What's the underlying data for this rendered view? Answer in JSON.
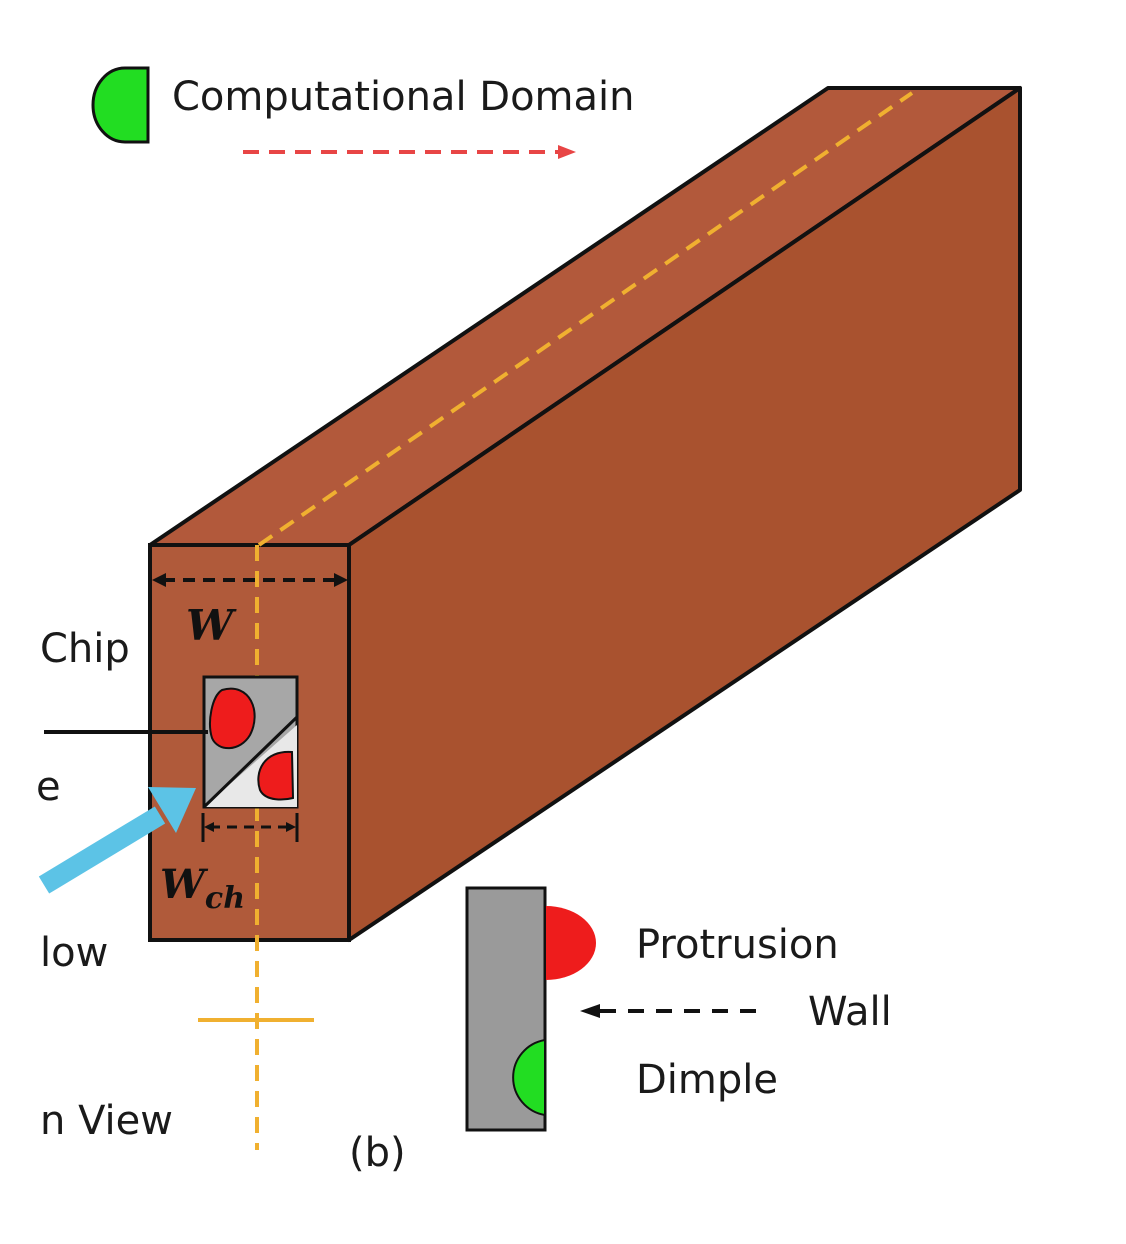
{
  "legend": {
    "domain_label": "Computational Domain",
    "domain_color": "#22dd22"
  },
  "labels": {
    "chip": "Chip",
    "width": "W",
    "channel_width_main": "W",
    "channel_width_sub": "ch",
    "flow_partial": "low",
    "e_partial": "e",
    "view_partial": "n View",
    "panel": "(b)",
    "protrusion": "Protrusion",
    "wall": "Wall",
    "dimple": "Dimple"
  },
  "colors": {
    "copper": "#b0593a",
    "edge": "#111111",
    "centerline": "#f0b030",
    "protrusion": "#ee1c1c",
    "dimple": "#22dd22",
    "wall": "#9a9a9a",
    "flow_arrow": "#5cc3e6",
    "domain_arrow": "#e84545"
  }
}
